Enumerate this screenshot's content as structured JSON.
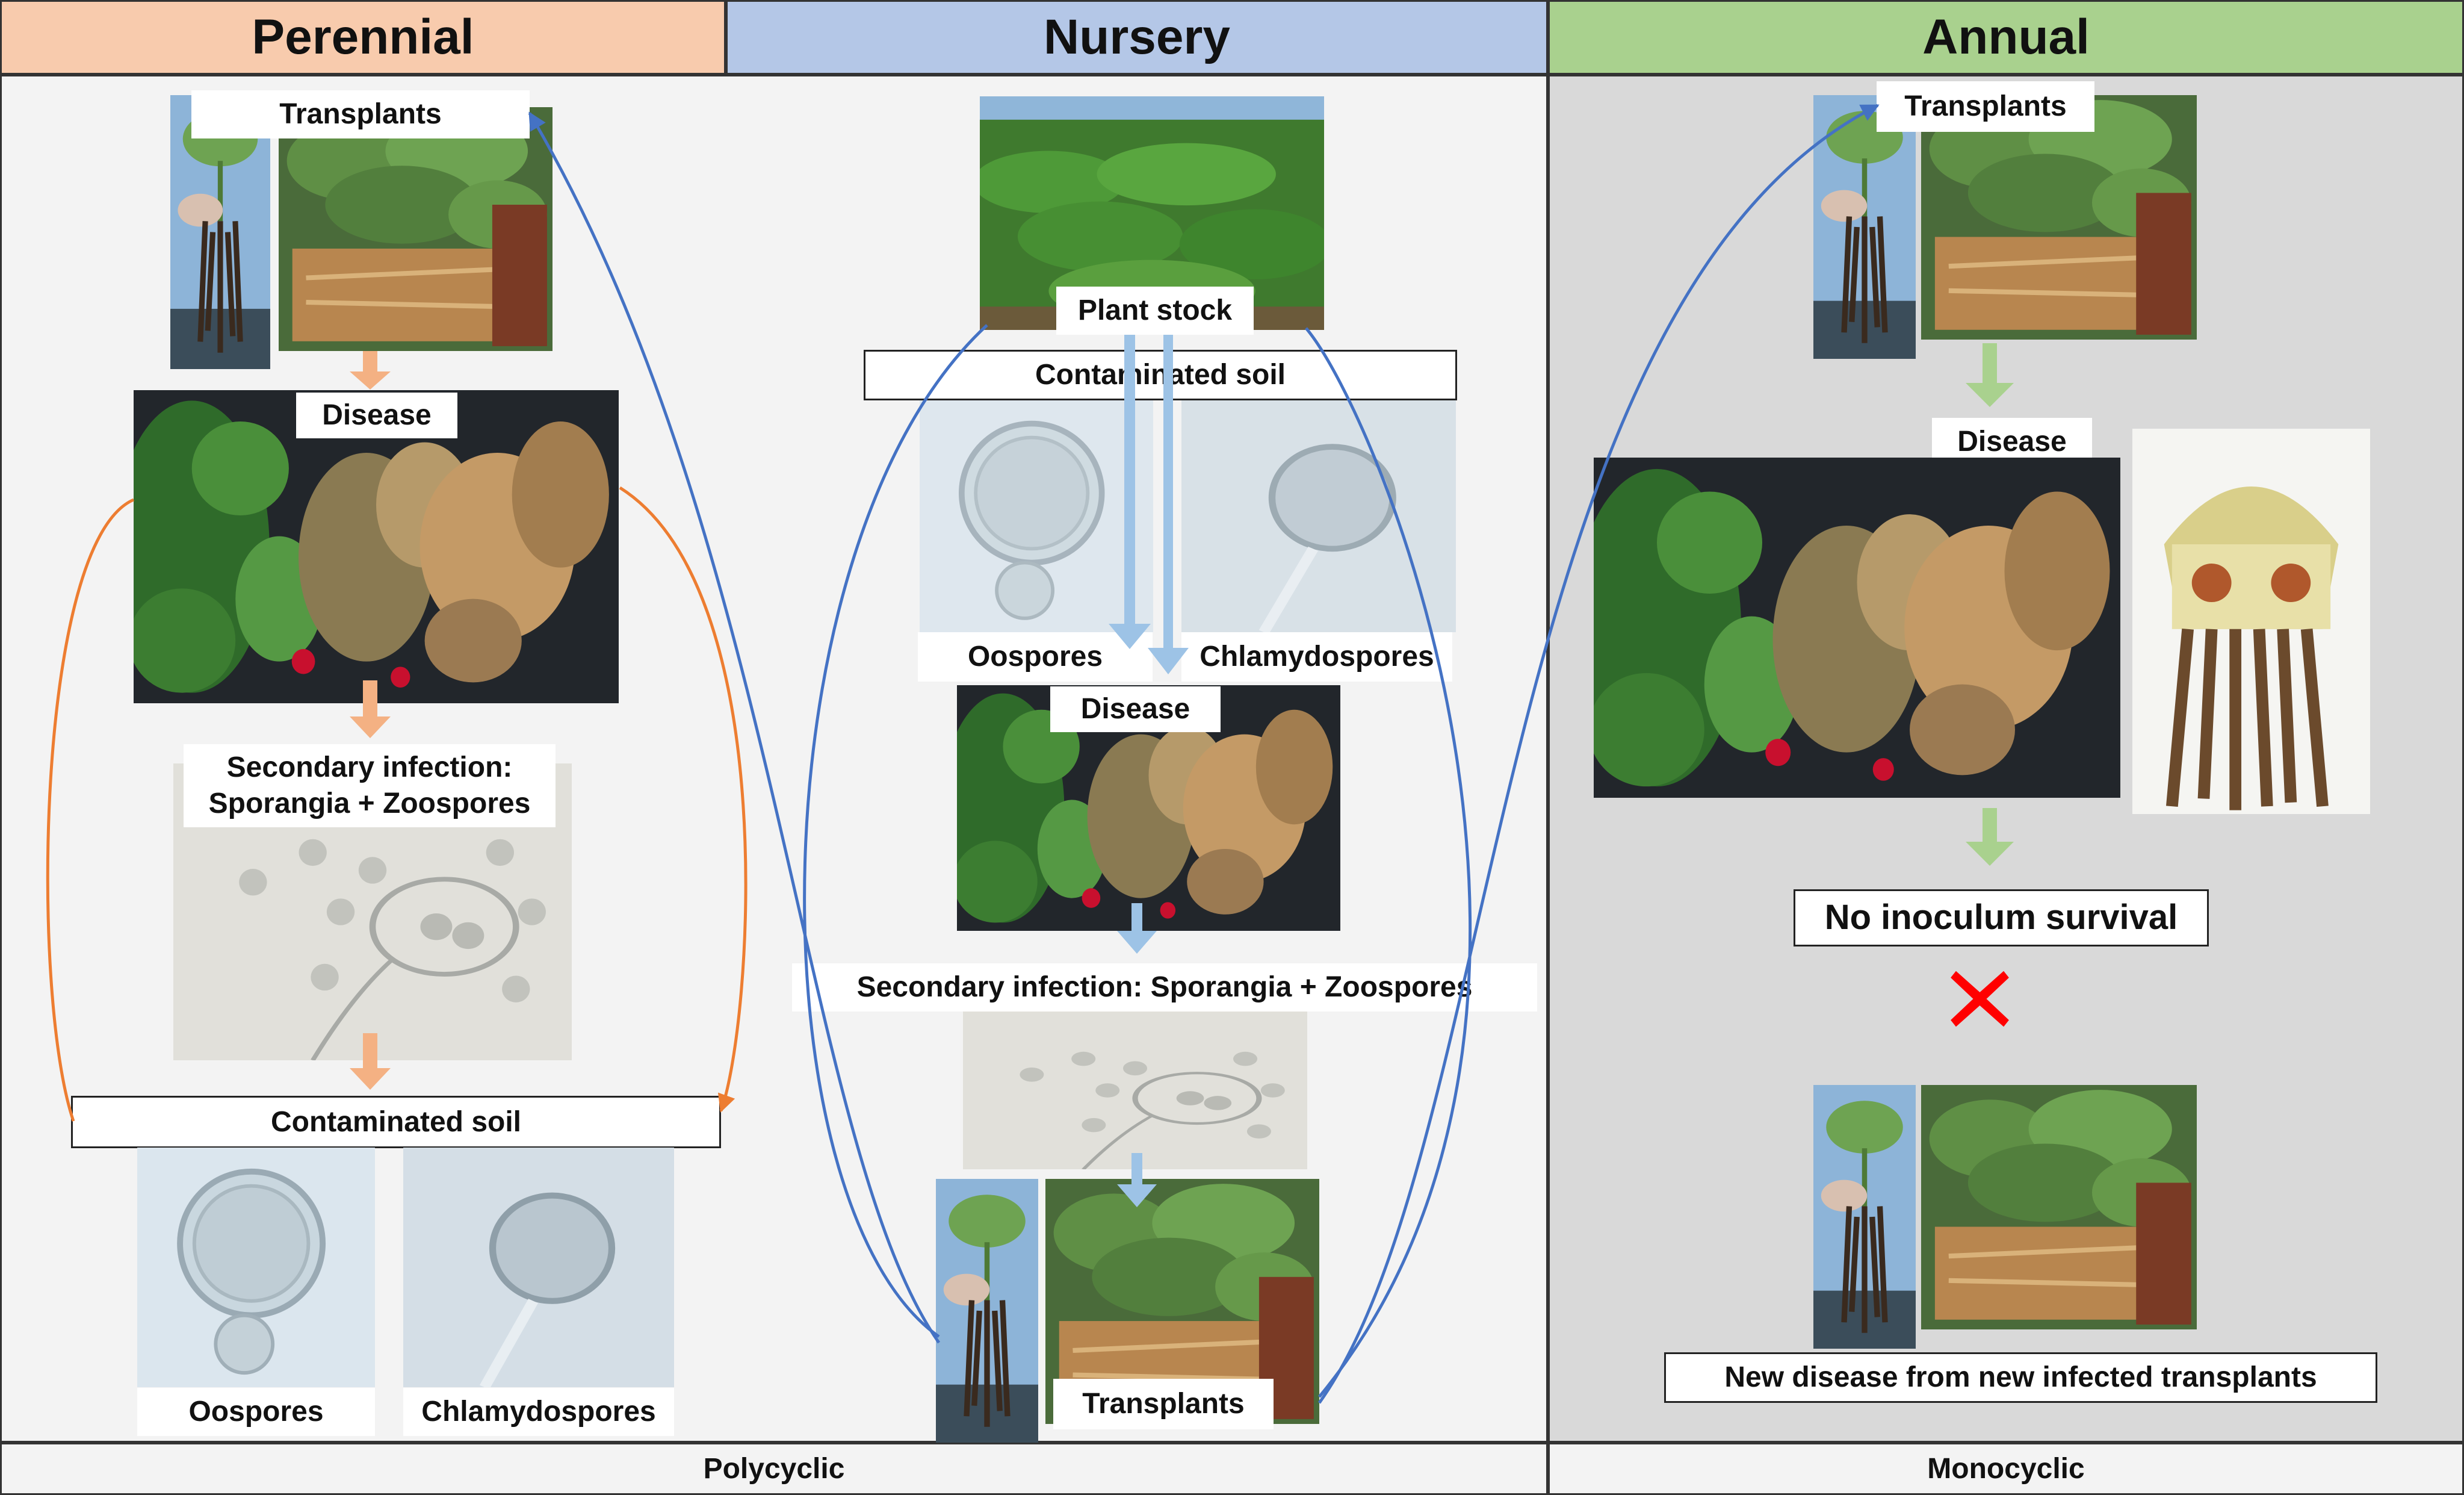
{
  "headers": {
    "perennial": "Perennial",
    "nursery": "Nursery",
    "annual": "Annual"
  },
  "footers": {
    "polycyclic": "Polycyclic",
    "monocyclic": "Monocyclic"
  },
  "perennial": {
    "transplants": "Transplants",
    "disease": "Disease",
    "secondary_infection": "Secondary infection:\nSporangia + Zoospores",
    "contaminated_soil": "Contaminated soil",
    "oospores": "Oospores",
    "chlamydospores": "Chlamydospores"
  },
  "nursery": {
    "plant_stock": "Plant stock",
    "contaminated_soil": "Contaminated soil",
    "oospores": "Oospores",
    "chlamydospores": "Chlamydospores",
    "disease": "Disease",
    "secondary_infection": "Secondary infection: Sporangia + Zoospores",
    "transplants": "Transplants"
  },
  "annual": {
    "transplants": "Transplants",
    "disease": "Disease",
    "no_inoculum": "No inoculum survival",
    "new_disease": "New disease from new infected transplants"
  },
  "colors": {
    "perennial_header": "#f8cbad",
    "nursery_header": "#b4c7e7",
    "annual_header": "#a9d18e",
    "perennial_arrow": "#f4b183",
    "nursery_arrow": "#9dc3e6",
    "annual_arrow": "#a9d18e",
    "cycle_blue": "#4472c4",
    "cycle_orange": "#ed7d31",
    "cross_red": "#ff0000"
  }
}
